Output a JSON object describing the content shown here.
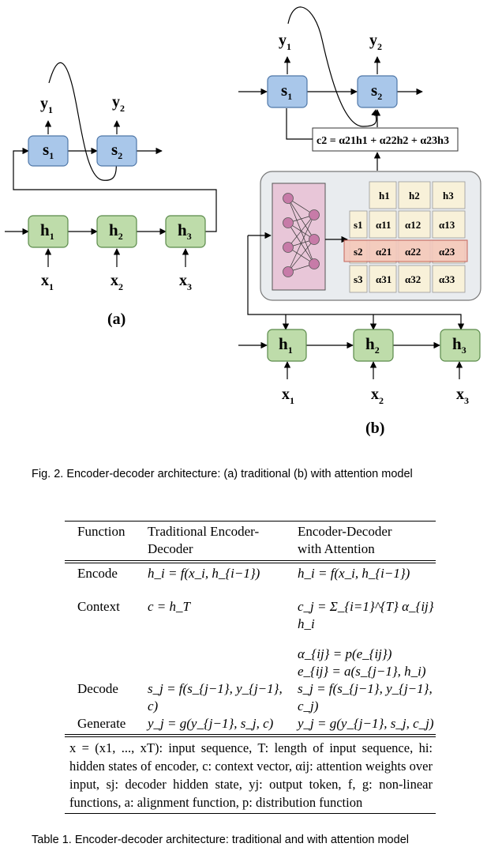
{
  "figure": {
    "panel_a": {
      "label": "(a)",
      "decoder": [
        {
          "base": "s",
          "sub": "1"
        },
        {
          "base": "s",
          "sub": "2"
        }
      ],
      "outputs": [
        {
          "base": "y",
          "sub": "1"
        },
        {
          "base": "y",
          "sub": "2"
        }
      ],
      "encoder": [
        {
          "base": "h",
          "sub": "1"
        },
        {
          "base": "h",
          "sub": "2"
        },
        {
          "base": "h",
          "sub": "3"
        }
      ],
      "inputs": [
        {
          "base": "x",
          "sub": "1"
        },
        {
          "base": "x",
          "sub": "2"
        },
        {
          "base": "x",
          "sub": "3"
        }
      ]
    },
    "panel_b": {
      "label": "(b)",
      "decoder": [
        {
          "base": "s",
          "sub": "1"
        },
        {
          "base": "s",
          "sub": "2"
        }
      ],
      "outputs": [
        {
          "base": "y",
          "sub": "1"
        },
        {
          "base": "y",
          "sub": "2"
        }
      ],
      "encoder": [
        {
          "base": "h",
          "sub": "1"
        },
        {
          "base": "h",
          "sub": "2"
        },
        {
          "base": "h",
          "sub": "3"
        }
      ],
      "inputs": [
        {
          "base": "x",
          "sub": "1"
        },
        {
          "base": "x",
          "sub": "2"
        },
        {
          "base": "x",
          "sub": "3"
        }
      ],
      "context_formula": "c2 = α21h1 + α22h2 + α23h3",
      "matrix_header": [
        "h1",
        "h2",
        "h3"
      ],
      "matrix_rows": [
        {
          "label": "s1",
          "cells": [
            "α11",
            "α12",
            "α13"
          ],
          "highlight": false
        },
        {
          "label": "s2",
          "cells": [
            "α21",
            "α22",
            "α23"
          ],
          "highlight": true
        },
        {
          "label": "s3",
          "cells": [
            "α31",
            "α32",
            "α33"
          ],
          "highlight": false
        }
      ]
    },
    "colors": {
      "decoder_fill": "#a9c7ea",
      "decoder_stroke": "#4f77a8",
      "encoder_fill": "#bedcaa",
      "encoder_stroke": "#5a8a4a",
      "attention_panel": "#e9ecef",
      "nn_panel": "#e8c6d8",
      "nn_node": "#c77ba8",
      "matrix_cell": "#f8f1d9",
      "highlight_row": "#f4c8bc"
    }
  },
  "fig_caption": "Fig. 2.  Encoder-decoder architecture: (a) traditional (b) with attention model",
  "table": {
    "header": {
      "function": "Function",
      "traditional_l1": "Traditional Encoder-",
      "traditional_l2": "Decoder",
      "attention_l1": "Encoder-Decoder",
      "attention_l2": "with Attention"
    },
    "rows": [
      {
        "function": "Encode",
        "traditional": "h_i = f(x_i, h_{i−1})",
        "attention": "h_i = f(x_i, h_{i−1})"
      },
      {
        "function": "Context",
        "traditional": "c = h_T",
        "attention": "c_j = Σ_{i=1}^{T} α_{ij} h_i"
      },
      {
        "function": "",
        "traditional": "",
        "attention": "α_{ij} = p(e_{ij})"
      },
      {
        "function": "",
        "traditional": "",
        "attention": "e_{ij} = a(s_{j−1}, h_i)"
      },
      {
        "function": "Decode",
        "traditional": "s_j = f(s_{j−1}, y_{j−1}, c)",
        "attention": "s_j = f(s_{j−1}, y_{j−1}, c_j)"
      },
      {
        "function": "Generate",
        "traditional": "y_j = g(y_{j−1}, s_j, c)",
        "attention": "y_j = g(y_{j−1}, s_j, c_j)"
      }
    ],
    "notes": "x = (x1, ..., xT): input sequence, T: length of input sequence, hi: hidden states of encoder, c: context vector, αij: attention weights over input, sj: decoder hidden state, yj: output token, f, g: non-linear functions, a: alignment function, p: distribution function"
  },
  "table_caption": "Table 1.  Encoder-decoder architecture: traditional and with attention model"
}
